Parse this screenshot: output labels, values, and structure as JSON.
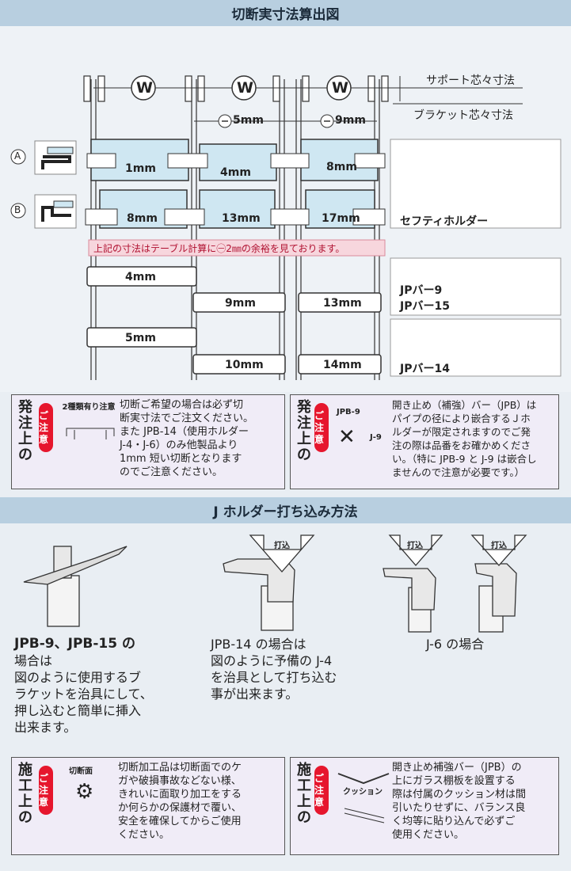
{
  "section1_title": "切断実寸法算出図",
  "section2_title": "J ホルダー打ち込み方法",
  "diagram": {
    "w_label": "W",
    "support_label": "サポート芯々寸法",
    "bracket_label": "ブラケット芯々寸法",
    "bracket_dim_1": "5mm",
    "bracket_dim_2": "9mm",
    "type_a": "A",
    "type_b": "B",
    "row_a": [
      "1mm",
      "4mm",
      "8mm"
    ],
    "row_b": [
      "8mm",
      "13mm",
      "17mm"
    ],
    "safety_holder": "セフティホルダー",
    "pink_note": "上記の寸法はテーブル計算に㊀2㎜の余裕を見ております。",
    "jp_rows": [
      "4mm",
      "9mm",
      "13mm",
      "5mm",
      "10mm",
      "14mm"
    ],
    "jp_bar_9": "JPバー9",
    "jp_bar_15": "JPバー15",
    "jp_bar_14": "JPバー14"
  },
  "order_note1": {
    "label": "発注上の",
    "badge": "ご注意",
    "fig_label": "2種類有り注意",
    "text": [
      "切断ご希望の場合は必ず切",
      "断実寸法でご注文ください。",
      "また JPB-14（使用ホルダー",
      "J-4・J-6）のみ他製品より",
      "1mm 短い切断となります",
      "のでご注意ください。"
    ]
  },
  "order_note2": {
    "label": "発注上の",
    "badge": "ご注意",
    "fig_label_1": "JPB-9",
    "fig_label_2": "J-9",
    "text": [
      "開き止め（補強）バー（JPB）は",
      "パイプの径により嵌合するＪホ",
      "ルダーが限定されますのでご発",
      "注の際は品番をお確かめくださ",
      "い。（特に JPB-9 と J-9 は嵌合し",
      "ませんので注意が必要です。）"
    ]
  },
  "method": {
    "press_label": "打込",
    "cap1": [
      "JPB-9、JPB-15 の",
      "場合は",
      "図のように使用するブ",
      "ラケットを治具にして、",
      "押し込むと簡単に挿入",
      "出来ます。"
    ],
    "cap2": [
      "JPB-14 の場合は",
      "図のように予備の J-4",
      "を治具として打ち込む",
      "事が出来ます。"
    ],
    "cap3": "J-6 の場合"
  },
  "work_note1": {
    "label": "施工上の",
    "badge": "ご注意",
    "fig_label": "切断面",
    "text": [
      "切断加工品は切断面でのケ",
      "ガや破損事故などない様、",
      "きれいに面取り加工をする",
      "か何らかの保護材で覆い、",
      "安全を確保してからご使用",
      "ください。"
    ]
  },
  "work_note2": {
    "label": "施工上の",
    "badge": "ご注意",
    "fig_label": "クッション",
    "text": [
      "開き止め補強バー（JPB）の",
      "上にガラス棚板を設置する",
      "際は付属のクッション材は間",
      "引いたりせずに、バランス良",
      "く均等に貼り込んで必ずご",
      "使用ください。"
    ]
  }
}
